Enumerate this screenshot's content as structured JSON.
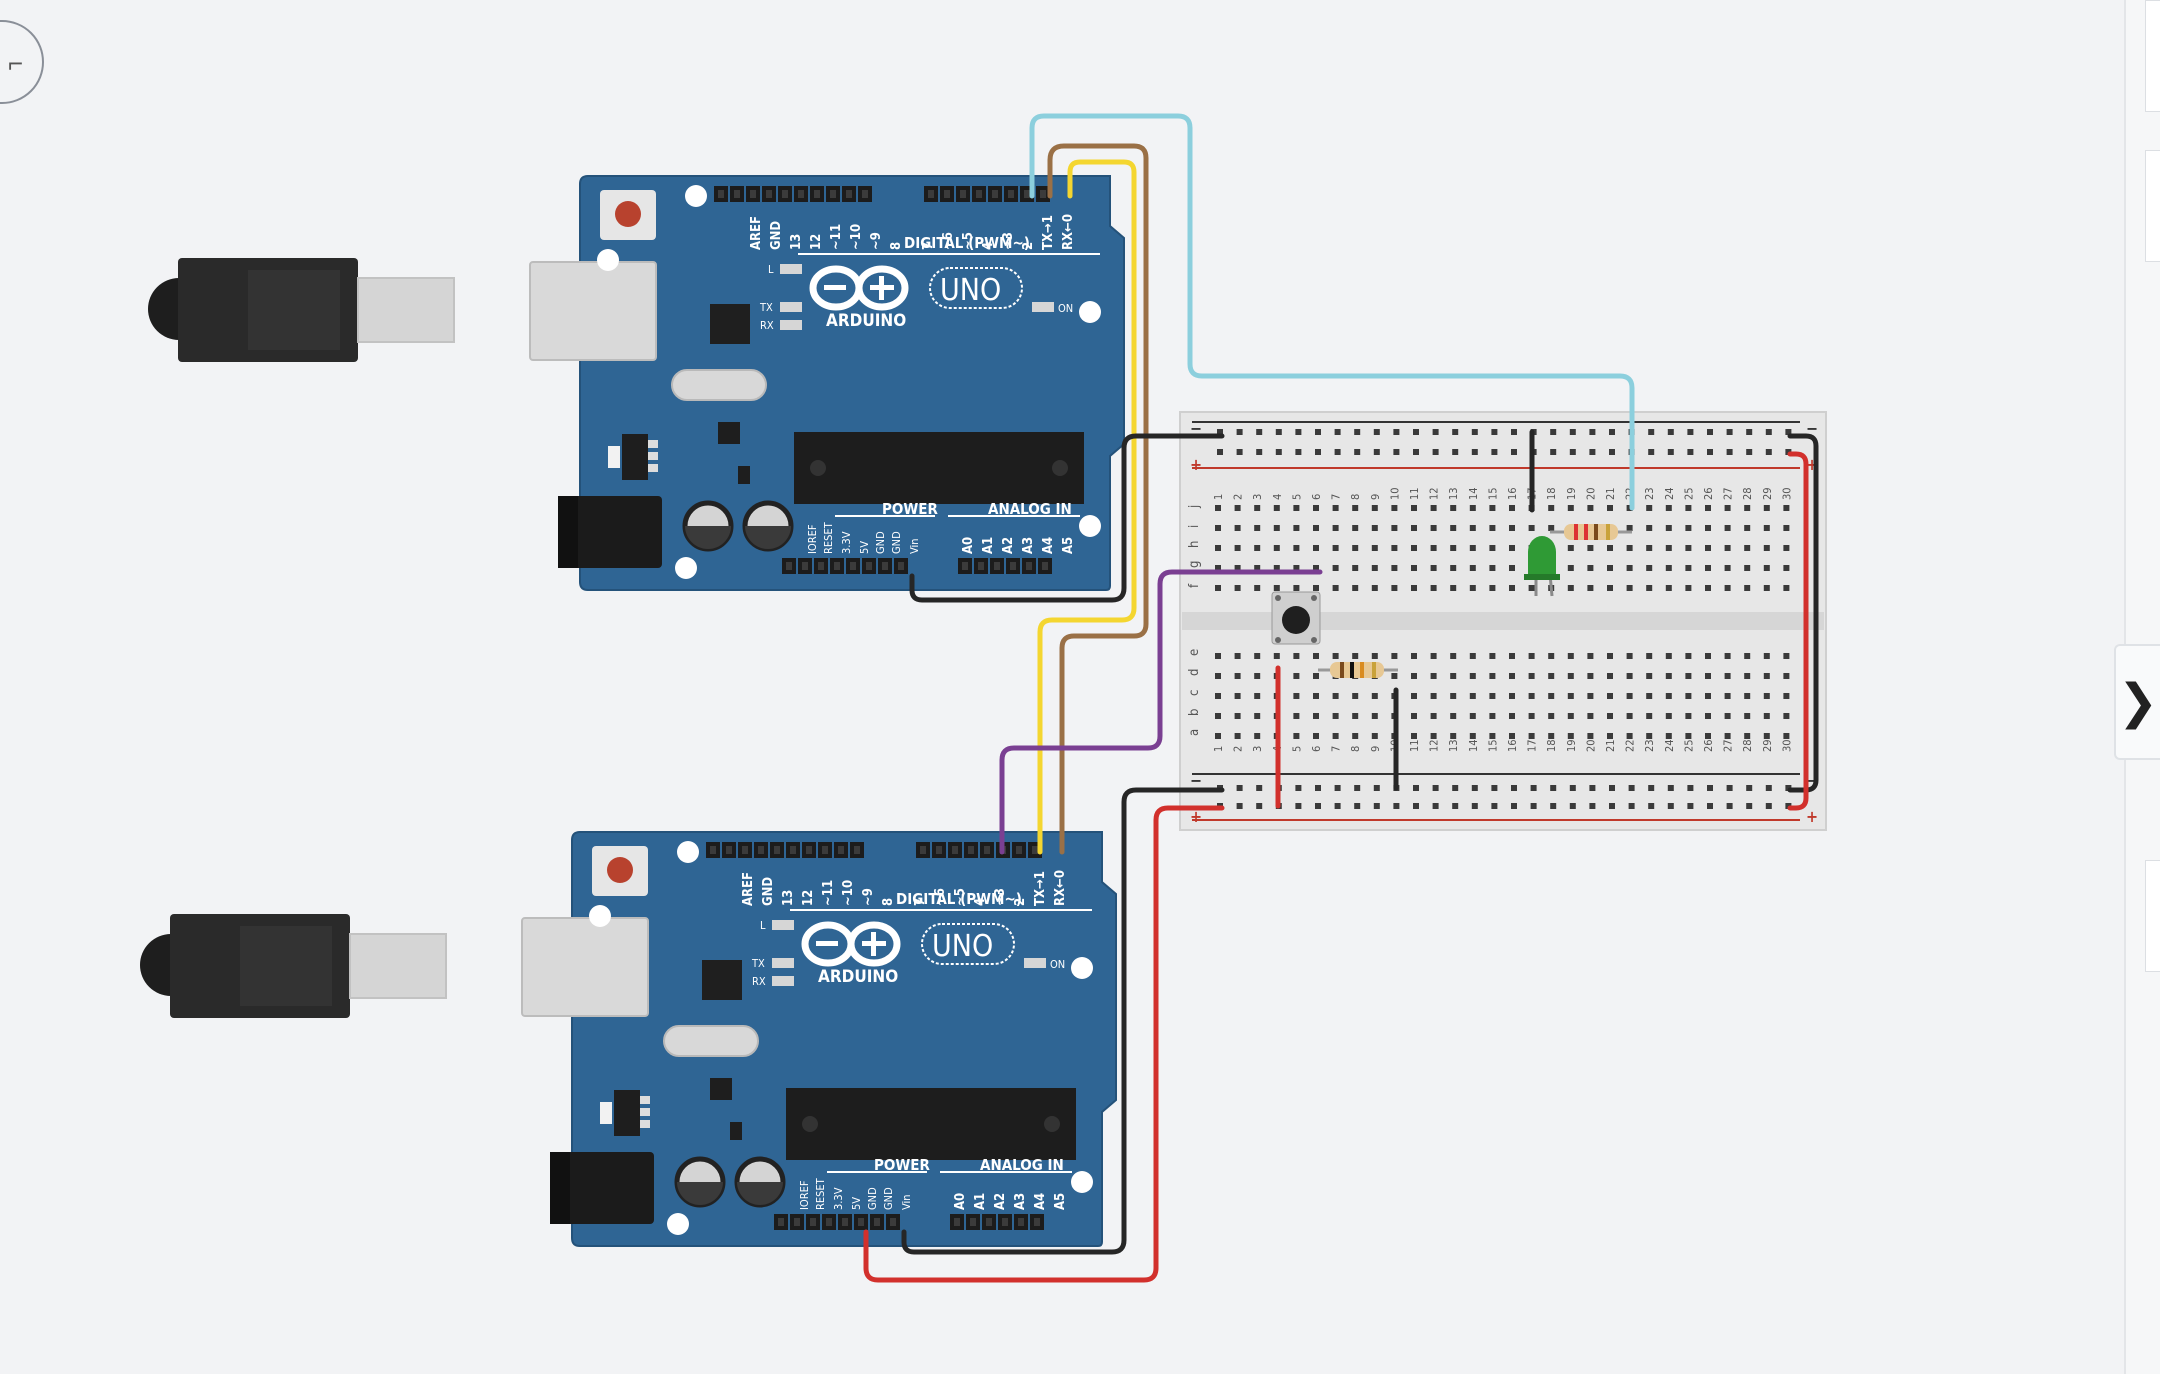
{
  "toolbar": {
    "fit_icon": "fit-view-icon",
    "expand_icon": "chevron-right-icon",
    "expand_glyph": "❯"
  },
  "arduino": {
    "brand": "ARDUINO",
    "model": "UNO",
    "digital_label": "DIGITAL (PWM~)",
    "power_label": "POWER",
    "analog_label": "ANALOG IN",
    "on_label": "ON",
    "l_label": "L",
    "tx_label": "TX",
    "rx_label": "RX",
    "digital_pins": [
      "AREF",
      "GND",
      "13",
      "12",
      "~11",
      "~10",
      "~9",
      "8",
      "7",
      "~6",
      "~5",
      "4",
      "~3",
      "2",
      "TX→1",
      "RX←0"
    ],
    "power_pins": [
      "IOREF",
      "RESET",
      "3.3V",
      "5V",
      "GND",
      "GND",
      "Vin"
    ],
    "analog_pins": [
      "A0",
      "A1",
      "A2",
      "A3",
      "A4",
      "A5"
    ]
  },
  "breadboard": {
    "rail_minus": "−",
    "rail_plus": "+",
    "rows_top": [
      "f",
      "g",
      "h",
      "i",
      "j"
    ],
    "rows_bottom": [
      "a",
      "b",
      "c",
      "d",
      "e"
    ],
    "columns": [
      "1",
      "2",
      "3",
      "4",
      "5",
      "6",
      "7",
      "8",
      "9",
      "10",
      "11",
      "12",
      "13",
      "14",
      "15",
      "16",
      "17",
      "18",
      "19",
      "20",
      "21",
      "22",
      "23",
      "24",
      "25",
      "26",
      "27",
      "28",
      "29",
      "30"
    ]
  },
  "colors": {
    "board": "#2f6594",
    "wire_cyan": "#8ccfdd",
    "wire_brown": "#9a7046",
    "wire_yellow": "#f4d630",
    "wire_black": "#262626",
    "wire_red": "#d2302c",
    "wire_purple": "#7a3f92",
    "led": "#2f9a35"
  }
}
